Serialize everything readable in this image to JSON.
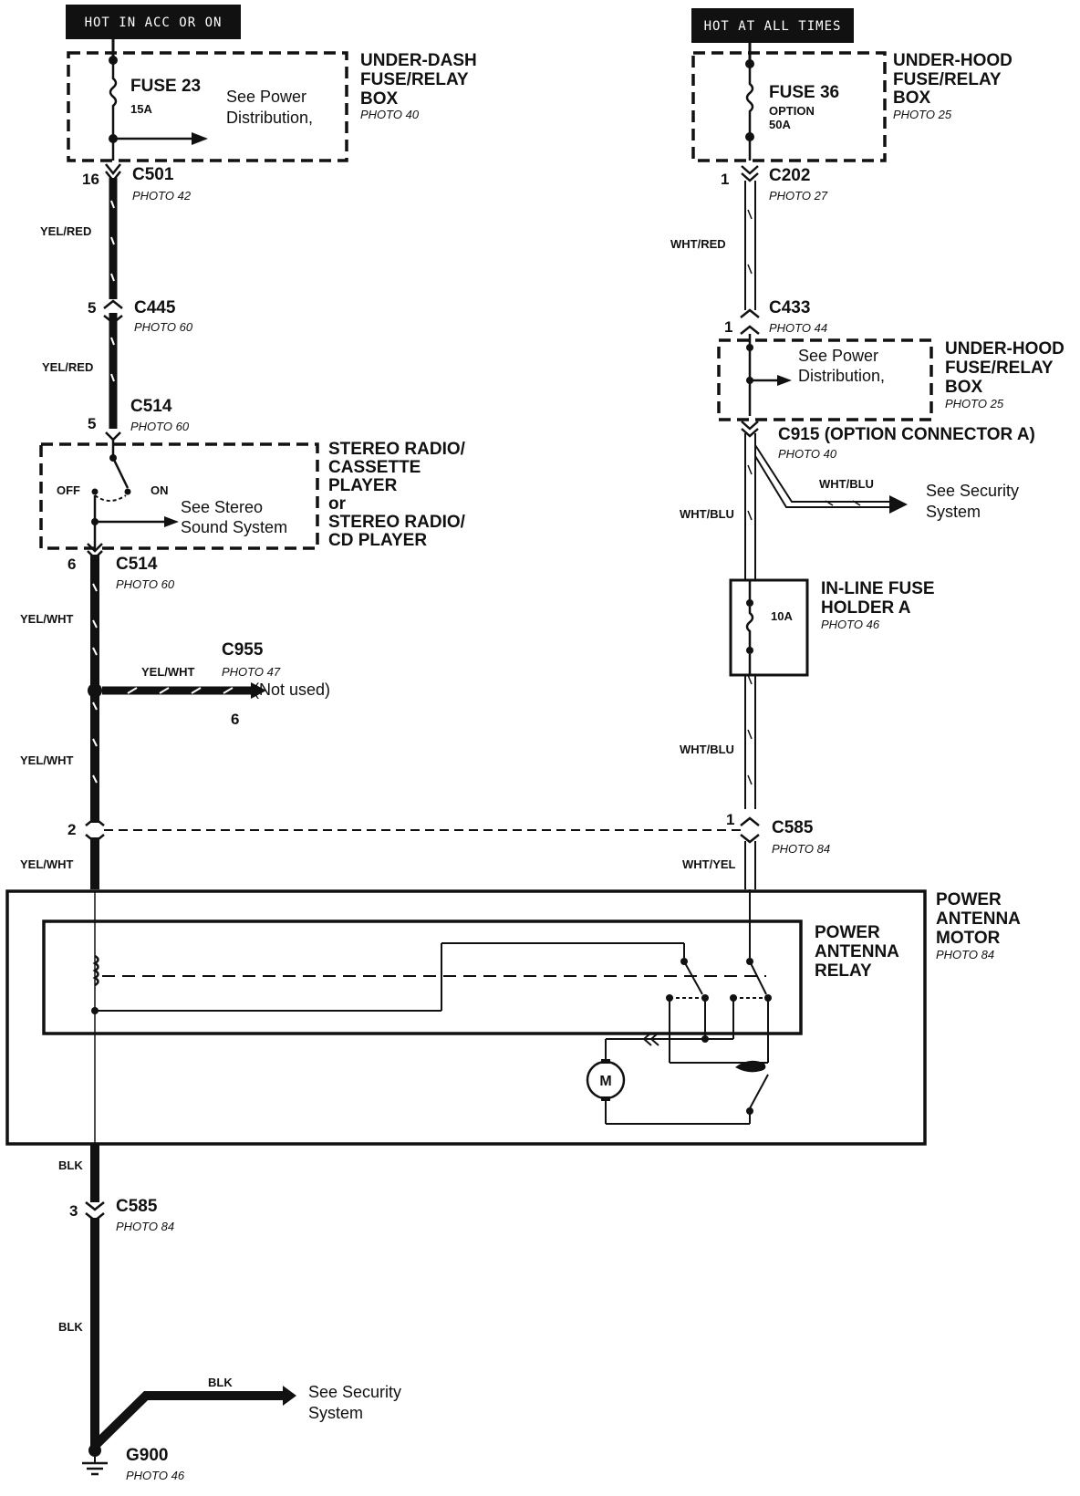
{
  "headers": {
    "left": "HOT IN ACC OR ON",
    "right": "HOT AT ALL TIMES"
  },
  "left_circuit": {
    "fuse_box": {
      "title_lines": [
        "UNDER-DASH",
        "FUSE/RELAY",
        "BOX"
      ],
      "photo": "PHOTO 40",
      "fuse": "FUSE 23",
      "rating": "15A",
      "see_lines": [
        "See Power",
        "Distribution,"
      ]
    },
    "c501": {
      "name": "C501",
      "pin": "16",
      "photo": "PHOTO 42"
    },
    "wire1": "YEL/RED",
    "c445": {
      "name": "C445",
      "pin": "5",
      "photo": "PHOTO 60"
    },
    "wire2": "YEL/RED",
    "c514_in": {
      "name": "C514",
      "pin": "5",
      "photo": "PHOTO 60"
    },
    "radio": {
      "title_lines": [
        "STEREO RADIO/",
        "CASSETTE",
        "PLAYER",
        "or",
        "STEREO RADIO/",
        "CD PLAYER"
      ],
      "off": "OFF",
      "on": "ON",
      "see_lines": [
        "See Stereo",
        "Sound System"
      ]
    },
    "c514_out": {
      "name": "C514",
      "pin": "6",
      "photo": "PHOTO 60"
    },
    "wire3": "YEL/WHT",
    "c955": {
      "name": "C955",
      "photo": "PHOTO 47",
      "wire": "YEL/WHT",
      "note": "(Not used)",
      "pin": "6"
    },
    "wire4": "YEL/WHT",
    "c585_pin": "2",
    "wire5": "YEL/WHT",
    "ground_wire1": "BLK",
    "c585_ground": {
      "name": "C585",
      "pin": "3",
      "photo": "PHOTO 84"
    },
    "ground_wire2": "BLK",
    "security_wire": "BLK",
    "security_lines": [
      "See Security",
      "System"
    ],
    "g900": {
      "name": "G900",
      "photo": "PHOTO 46"
    }
  },
  "right_circuit": {
    "fuse_box": {
      "title_lines": [
        "UNDER-HOOD",
        "FUSE/RELAY",
        "BOX"
      ],
      "photo": "PHOTO 25",
      "fuse": "FUSE 36",
      "option": "OPTION",
      "rating": "50A"
    },
    "c202": {
      "name": "C202",
      "pin": "1",
      "photo": "PHOTO 27"
    },
    "wire1": "WHT/RED",
    "c433": {
      "name": "C433",
      "pin": "1",
      "photo": "PHOTO 44"
    },
    "fuse_box2": {
      "title_lines": [
        "UNDER-HOOD",
        "FUSE/RELAY",
        "BOX"
      ],
      "photo": "PHOTO 25",
      "see_lines": [
        "See Power",
        "Distribution,"
      ]
    },
    "c915": {
      "name": "C915 (OPTION CONNECTOR A)",
      "photo": "PHOTO 40"
    },
    "branch_wire": "WHT/BLU",
    "security_lines": [
      "See Security",
      "System"
    ],
    "wire2": "WHT/BLU",
    "inline_fuse": {
      "title_lines": [
        "IN-LINE FUSE",
        "HOLDER A"
      ],
      "photo": "PHOTO 46",
      "rating": "10A"
    },
    "wire3": "WHT/BLU",
    "c585": {
      "name": "C585",
      "pin": "1",
      "photo": "PHOTO 84"
    },
    "wire4": "WHT/YEL"
  },
  "motor_unit": {
    "title_lines": [
      "POWER",
      "ANTENNA",
      "MOTOR"
    ],
    "photo": "PHOTO 84",
    "relay_lines": [
      "POWER",
      "ANTENNA",
      "RELAY"
    ],
    "motor_symbol": "M"
  }
}
